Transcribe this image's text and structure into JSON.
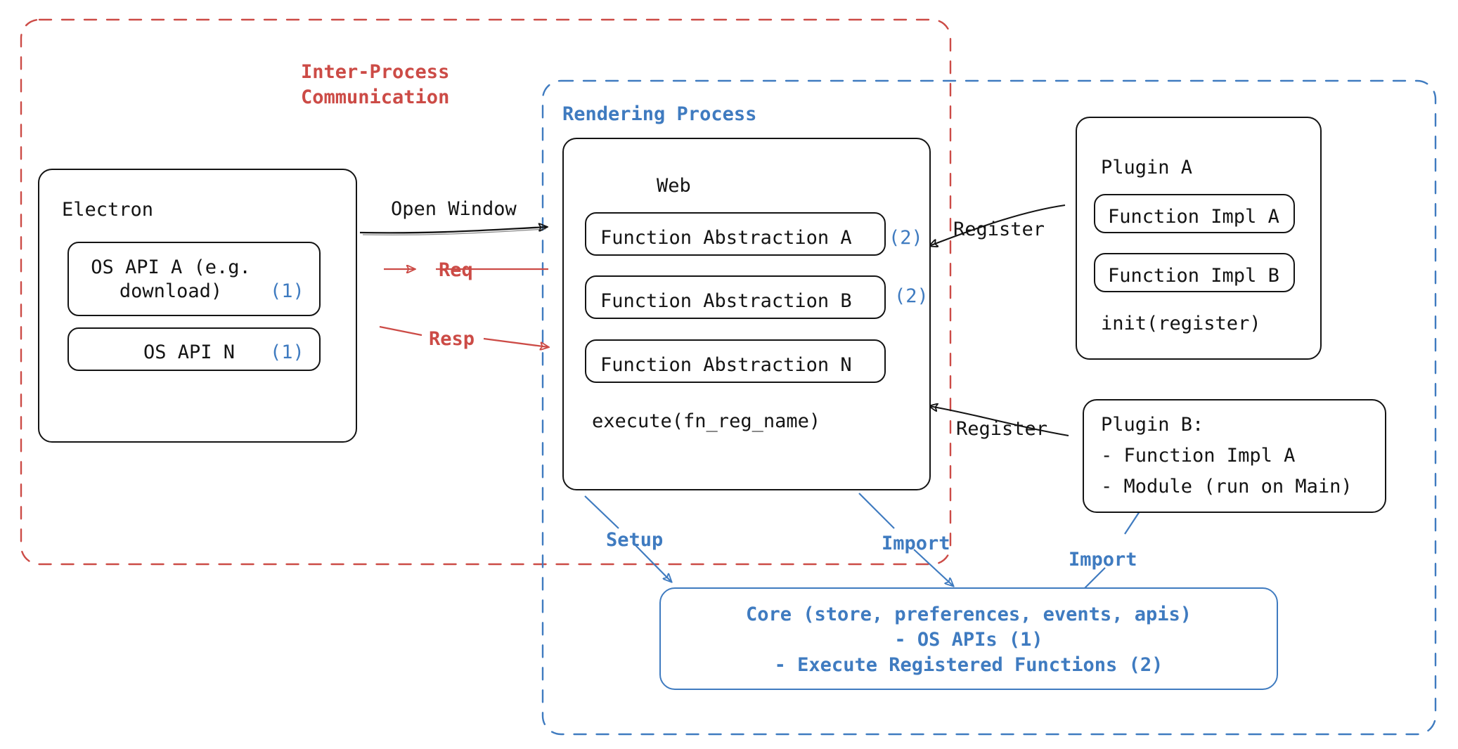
{
  "diagram": {
    "title": "Electron plugin architecture",
    "colors": {
      "ipc_red": "#cc4b46",
      "render_blue": "#3f7bc0",
      "ink_black": "#141414"
    },
    "regions": [
      {
        "id": "ipc",
        "label": "Inter-Process\nCommunication",
        "color": "#cc4b46"
      },
      {
        "id": "render-process",
        "label": "Rendering Process",
        "color": "#3f7bc0"
      }
    ],
    "region_labels": {
      "ipc_line1": "Inter-Process",
      "ipc_line2": "Communication",
      "rendering": "Rendering Process"
    },
    "electron": {
      "title": "Electron",
      "apis": [
        {
          "label": "OS API A (e.g.\n  download)",
          "tag": "(1)"
        },
        {
          "label": "OS API N",
          "tag": "(1)"
        }
      ],
      "api_a_line1": "OS API A (e.g.",
      "api_a_line2": "download)",
      "api_a_tag": "(1)",
      "api_n_label": "OS API N",
      "api_n_tag": "(1)"
    },
    "web": {
      "title": "Web",
      "abstractions": [
        {
          "label": "Function Abstraction A",
          "tag": "(2)"
        },
        {
          "label": "Function Abstraction B",
          "tag": "(2)"
        },
        {
          "label": "Function Abstraction N",
          "tag": ""
        }
      ],
      "footer": "execute(fn_reg_name)"
    },
    "plugin_a": {
      "title": "Plugin A",
      "impls": [
        {
          "label": "Function Impl A"
        },
        {
          "label": "Function Impl B"
        }
      ],
      "footer": "init(register)"
    },
    "plugin_b": {
      "title": "Plugin B:",
      "lines": [
        "- Function Impl A",
        "- Module (run on Main)"
      ],
      "line1": "- Function Impl A",
      "line2": "- Module (run on Main)"
    },
    "core": {
      "line1": "Core (store, preferences, events, apis)",
      "line2": "- OS APIs (1)",
      "line3": "- Execute Registered Functions (2)"
    },
    "edges": [
      {
        "id": "open-window",
        "label": "Open Window",
        "color": "#141414",
        "from": "electron",
        "to": "web"
      },
      {
        "id": "req",
        "label": "Req",
        "color": "#cc4b46",
        "from": "web",
        "to": "electron"
      },
      {
        "id": "resp",
        "label": "Resp",
        "color": "#cc4b46",
        "from": "electron",
        "to": "web"
      },
      {
        "id": "register-plugin-a",
        "label": "Register",
        "color": "#141414",
        "from": "plugin-a",
        "to": "web"
      },
      {
        "id": "register-plugin-b",
        "label": "Register",
        "color": "#141414",
        "from": "plugin-b",
        "to": "web"
      },
      {
        "id": "setup",
        "label": "Setup",
        "color": "#3f7bc0",
        "from": "web",
        "to": "core"
      },
      {
        "id": "import-web",
        "label": "Import",
        "color": "#3f7bc0",
        "from": "web",
        "to": "core"
      },
      {
        "id": "import-plugin-b",
        "label": "Import",
        "color": "#3f7bc0",
        "from": "plugin-b",
        "to": "core"
      }
    ],
    "edge_labels": {
      "open_window": "Open Window",
      "req": "Req",
      "resp": "Resp",
      "register_a": "Register",
      "register_b": "Register",
      "setup": "Setup",
      "import_web": "Import",
      "import_plugin_b": "Import"
    }
  }
}
